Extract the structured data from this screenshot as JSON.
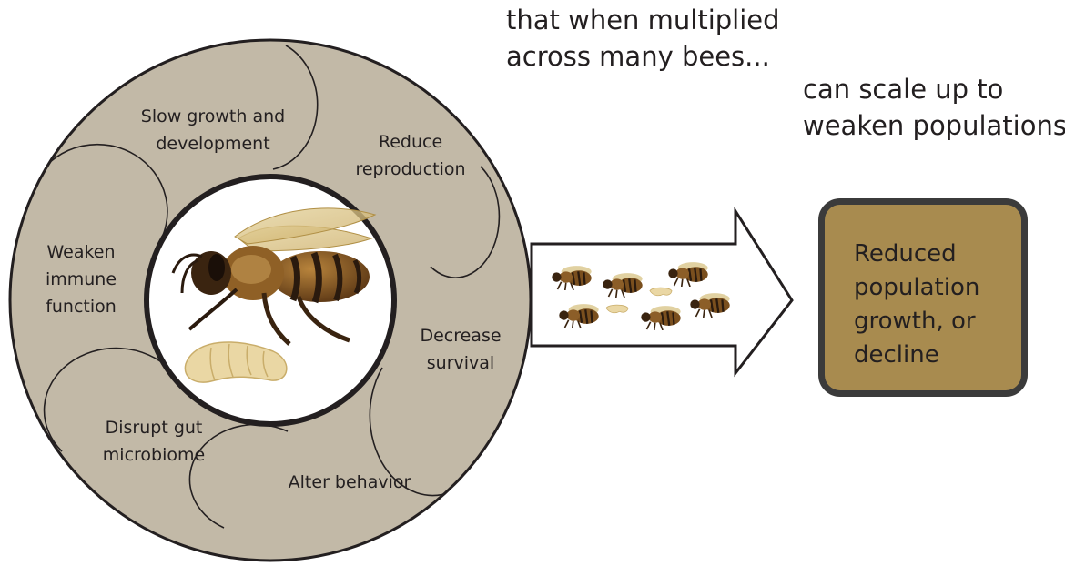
{
  "captions": {
    "multiplied": [
      "that when multiplied",
      "across many bees..."
    ],
    "scale": [
      "can scale up to",
      "weaken populations"
    ]
  },
  "effects": [
    {
      "id": "slow-growth",
      "lines": [
        "Slow growth and",
        "development"
      ]
    },
    {
      "id": "reduce-reproduction",
      "lines": [
        "Reduce",
        "reproduction"
      ]
    },
    {
      "id": "weaken-immune",
      "lines": [
        "Weaken",
        "immune",
        "function"
      ]
    },
    {
      "id": "decrease-survival",
      "lines": [
        "Decrease",
        "survival"
      ]
    },
    {
      "id": "disrupt-gut",
      "lines": [
        "Disrupt gut",
        "microbiome"
      ]
    },
    {
      "id": "alter-behavior",
      "lines": [
        "Alter behavior"
      ]
    }
  ],
  "outcome": {
    "lines": [
      "Reduced",
      "population",
      "growth, or",
      "decline"
    ]
  },
  "colors": {
    "ring_fill": "#c2b9a7",
    "outline": "#231f20",
    "outcome_fill": "#a88b4f",
    "outcome_border": "#3b3b3b",
    "bee_body": "#8a5a24",
    "bee_stripe": "#2a1a0e",
    "larva": "#ead7a4"
  }
}
